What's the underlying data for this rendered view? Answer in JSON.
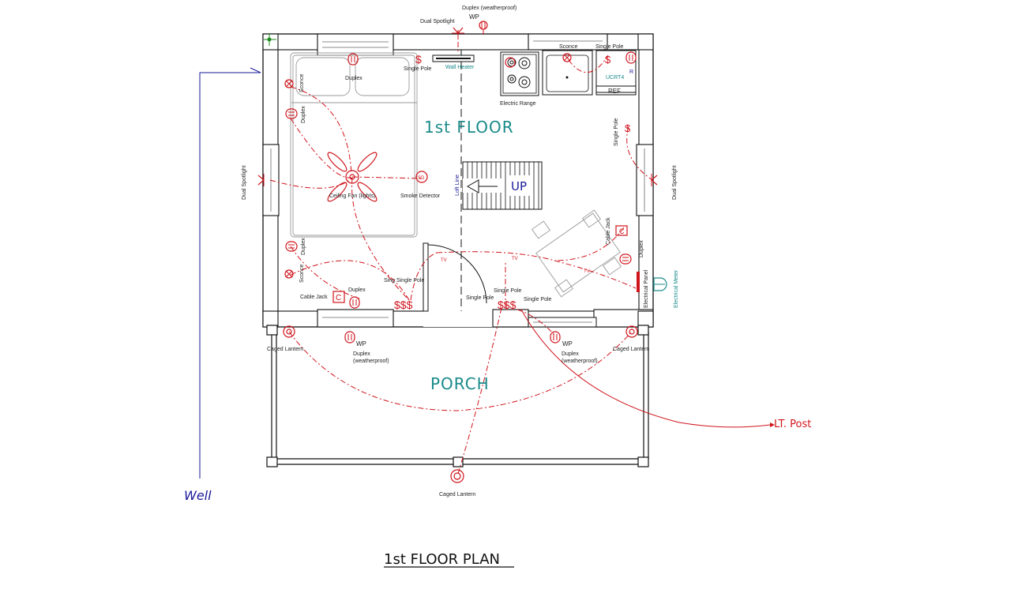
{
  "plan_title": "1st FLOOR PLAN",
  "rooms": {
    "first_floor": "1st FLOOR",
    "porch": "PORCH"
  },
  "stairs_label": "UP",
  "site": {
    "well": "Well",
    "lt_post": "LT. Post"
  },
  "fixtures": {
    "duplex_wp_top": "Duplex (weatherproof)",
    "wp_top": "WP",
    "dual_spotlight_top": "Dual Spotlight",
    "single_pole_top": "Single Pole",
    "wall_heater": "Wall Heater",
    "electric_range": "Electric Range",
    "sconce_top": "Sconce",
    "single_pole_kitchen": "Single Pole",
    "ucrt4": "UCRT4",
    "r": "R",
    "ref": "REF",
    "duplex_top": "Duplex",
    "sconce_left_top": "Sconce",
    "duplex_left_top": "Duplex",
    "dual_spotlight_left": "Dual Spotlight",
    "ceiling_fan": "Ceiling Fan (lights)",
    "smoke_detector": "Smoke Detector",
    "sd": "SD",
    "loft_line": "Loft Line",
    "single_pole_right": "Single Pole",
    "dual_spotlight_right": "Dual Spotlight",
    "cable_jack_right": "Cable Jack",
    "c_right": "C",
    "duplex_right": "Duplex",
    "electrical_panel": "Electrical Panel",
    "electrical_meter": "Electrical Meter",
    "duplex_left_bottom": "Duplex",
    "sconce_left_bottom": "Sconce",
    "sing_single_pole": "Sing Single Pole",
    "duplex_bottom_left": "Duplex",
    "cable_jack_left": "Cable Jack",
    "c_left": "C",
    "sss_left": "$$$",
    "sss_right": "$$$",
    "single_pole_door_a": "Single Pole",
    "single_pole_door_b": "Single Pole",
    "single_pole_door_c": "Single Pole",
    "tv_1": "TV",
    "tv_2": "TV",
    "tv_3": "TV",
    "caged_lantern_left": "Caged Lantern",
    "caged_lantern_right": "Caged Lantern",
    "caged_lantern_bottom": "Caged Lantern",
    "wp_porch_left": "WP",
    "duplex_wp_porch_left_1": "Duplex",
    "duplex_wp_porch_left_2": "(weatherproof)",
    "wp_porch_right": "WP",
    "duplex_wp_porch_right_1": "Duplex",
    "duplex_wp_porch_right_2": "(weatherproof)",
    "switch_symbol": "$"
  },
  "colors": {
    "electrical": "#d0141c",
    "room_label": "#1a8a8a",
    "site": "#1a1a9a",
    "teal_labels": "#1a8a8a"
  }
}
